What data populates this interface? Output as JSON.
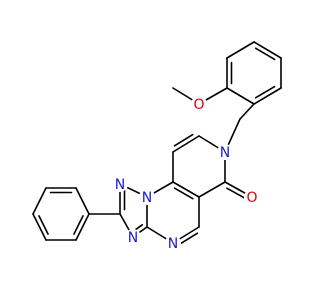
{
  "diagram": {
    "type": "chemical-structure",
    "colors": {
      "bond": "#000000",
      "nitrogen": "#1a1adb",
      "oxygen": "#e00000",
      "carbon": "#000000"
    },
    "atoms": [
      {
        "id": "O_me",
        "symbol": "O",
        "label": "O",
        "element": "oxygen"
      },
      {
        "id": "N_py",
        "symbol": "N",
        "label": "N",
        "element": "nitrogen"
      },
      {
        "id": "N_tz1",
        "symbol": "N",
        "label": "N",
        "element": "nitrogen"
      },
      {
        "id": "N_tz2",
        "symbol": "N",
        "label": "N",
        "element": "nitrogen"
      },
      {
        "id": "N_tz3",
        "symbol": "N",
        "label": "N",
        "element": "nitrogen"
      },
      {
        "id": "N_pm",
        "symbol": "N",
        "label": "N",
        "element": "nitrogen"
      },
      {
        "id": "O_co",
        "symbol": "O",
        "label": "O",
        "element": "oxygen"
      }
    ]
  }
}
